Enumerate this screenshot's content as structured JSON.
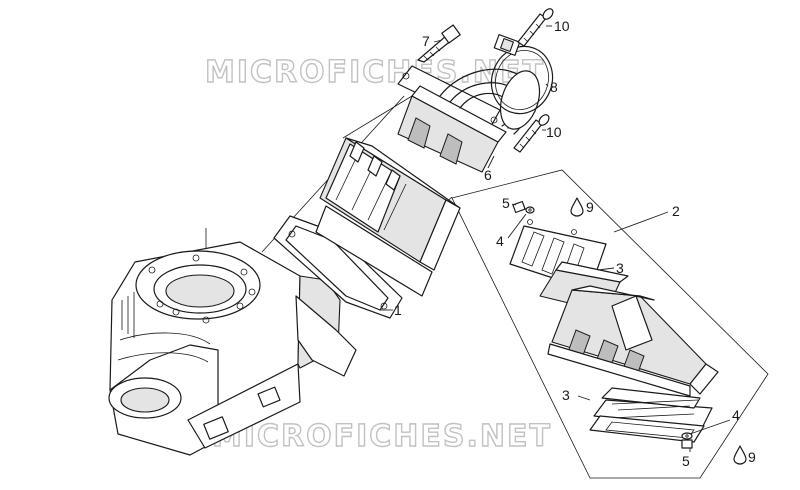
{
  "watermark": {
    "text": "MICROFICHES.NET"
  },
  "callouts": {
    "c1": "1",
    "c2": "2",
    "c3a": "3",
    "c3b": "3",
    "c4a": "4",
    "c4b": "4",
    "c5a": "5",
    "c5b": "5",
    "c6": "6",
    "c7": "7",
    "c8": "8",
    "c9a": "9",
    "c9b": "9",
    "c10a": "10",
    "c10b": "10"
  }
}
